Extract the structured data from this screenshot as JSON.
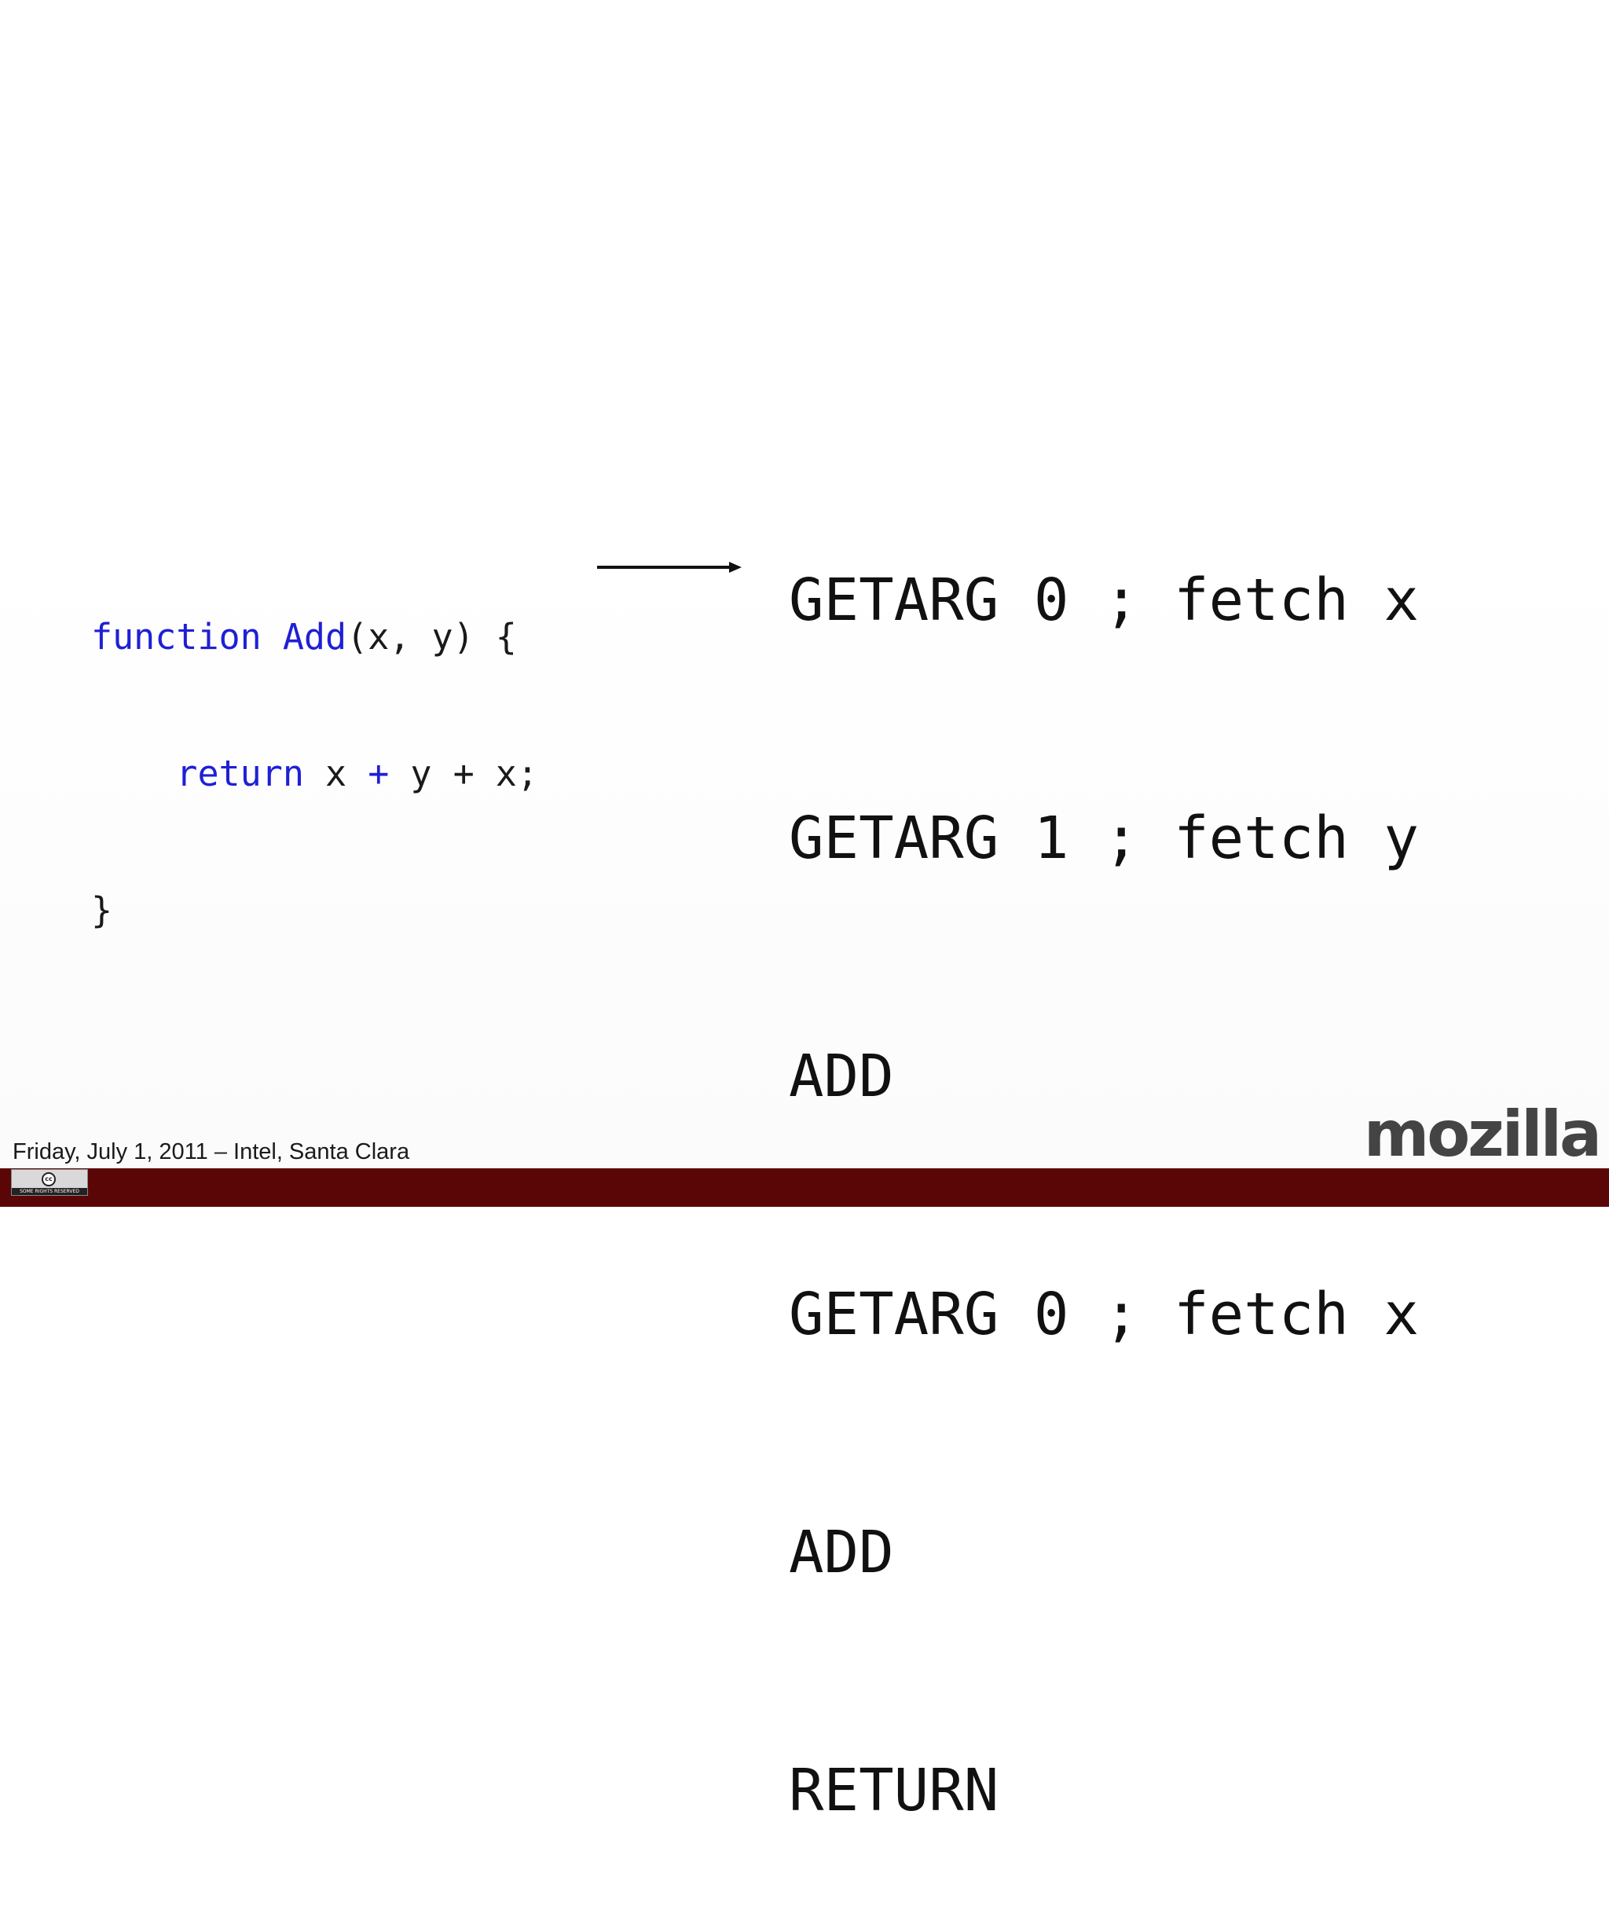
{
  "source_code": {
    "line1": {
      "keyword": "function",
      "name": "Add",
      "rest": "(x, y) {"
    },
    "line2": {
      "indent": "    ",
      "keyword": "return",
      "a": " x ",
      "op1": "+",
      "b": " y + x;"
    },
    "line3": "}"
  },
  "bytecode": [
    "GETARG 0 ; fetch x",
    "GETARG 1 ; fetch y",
    "ADD",
    "GETARG 0 ; fetch x",
    "ADD",
    "RETURN"
  ],
  "footer": {
    "date_venue": "Friday, July 1, 2011 – Intel, Santa Clara",
    "logo": "mozilla",
    "license_symbol": "cc",
    "license_text": "SOME RIGHTS RESERVED"
  },
  "colors": {
    "keyword": "#1f1fd6",
    "bottom_bar": "#5a0607",
    "logo": "#444444"
  }
}
